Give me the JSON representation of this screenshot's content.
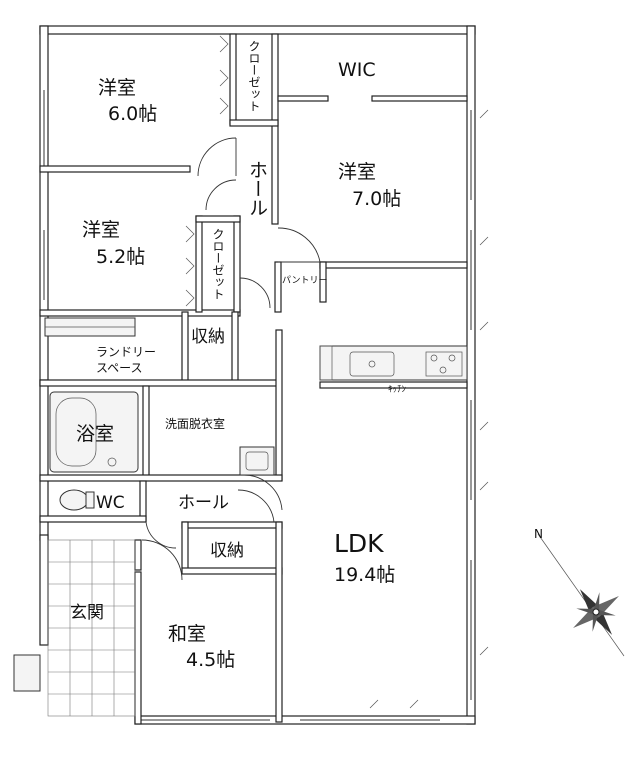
{
  "rooms": {
    "bedroom1": {
      "name": "洋室",
      "size": "6.0帖"
    },
    "bedroom2": {
      "name": "洋室",
      "size": "7.0帖"
    },
    "bedroom3": {
      "name": "洋室",
      "size": "5.2帖"
    },
    "wic": {
      "name": "WIC"
    },
    "closet1": {
      "name": "クローゼット"
    },
    "closet2": {
      "name": "クローゼット"
    },
    "hall_upper": {
      "name": "ホール"
    },
    "pantry": {
      "name": "パントリー"
    },
    "storage1": {
      "name": "収納"
    },
    "laundry": {
      "line1": "ランドリー",
      "line2": "スペース"
    },
    "bath": {
      "name": "浴室"
    },
    "washroom": {
      "name": "洗面脱衣室"
    },
    "wc": {
      "name": "WC"
    },
    "hall_lower": {
      "name": "ホール"
    },
    "storage2": {
      "name": "収納"
    },
    "entrance": {
      "name": "玄関"
    },
    "washitsu": {
      "name": "和室",
      "size": "4.5帖"
    },
    "ldk": {
      "name": "LDK",
      "size": "19.4帖"
    },
    "kitchen_label": {
      "name": "ｷｯﾁﾝ"
    }
  },
  "compass": {
    "north": "N"
  }
}
